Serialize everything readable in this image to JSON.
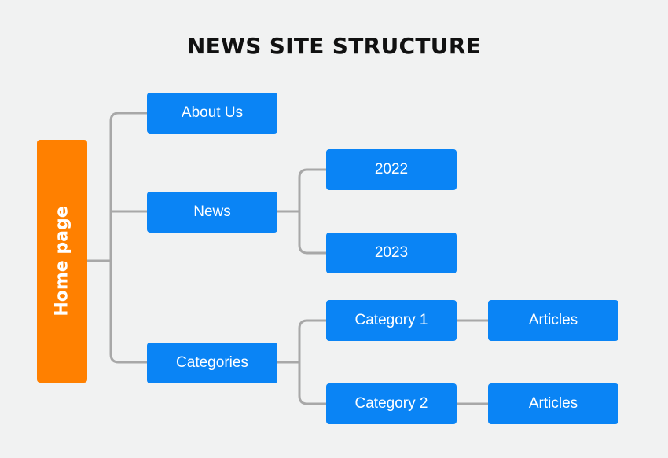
{
  "title": "NEWS SITE STRUCTURE",
  "home": {
    "label": "Home page"
  },
  "level1": {
    "about": "About Us",
    "news": "News",
    "categories": "Categories"
  },
  "level2": {
    "y2022": "2022",
    "y2023": "2023",
    "cat1": "Category 1",
    "cat2": "Category 2"
  },
  "level3": {
    "articles1": "Articles",
    "articles2": "Articles"
  },
  "colors": {
    "home": "#ff8000",
    "node": "#0a84f5",
    "connector": "#a8a8a8",
    "background": "#f1f2f2"
  }
}
